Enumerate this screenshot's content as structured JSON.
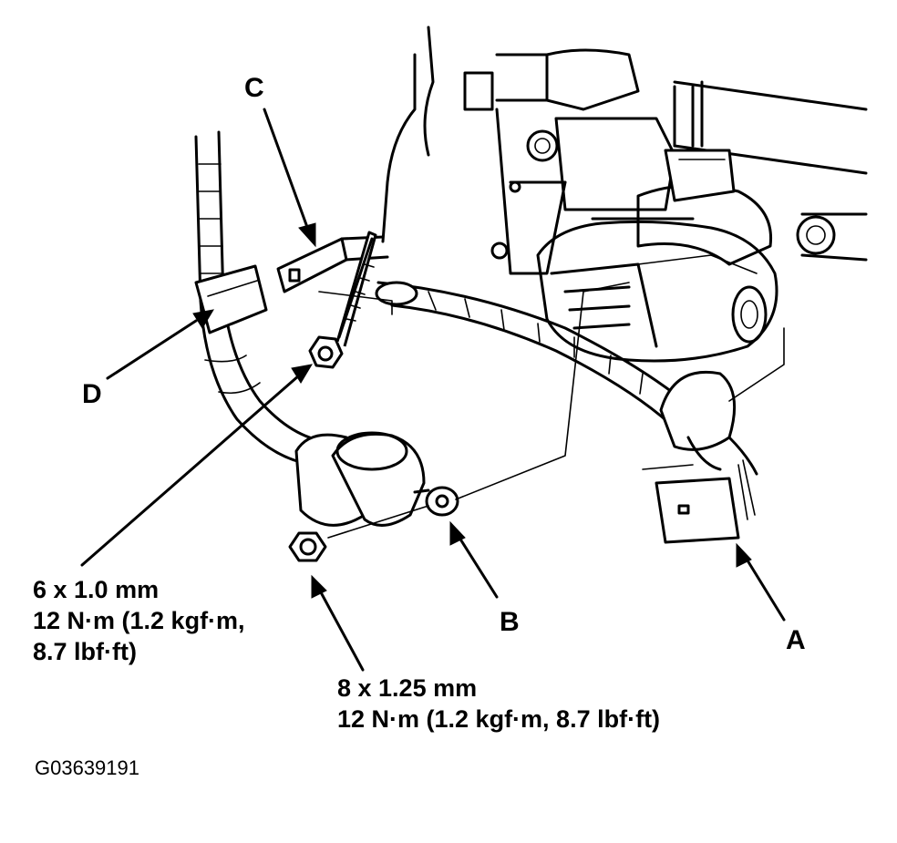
{
  "callouts": {
    "a": "A",
    "b": "B",
    "c": "C",
    "d": "D"
  },
  "specs": {
    "bolt": {
      "size": "6 x 1.0 mm",
      "torque_line1": "12 N·m (1.2 kgf·m,",
      "torque_line2": "8.7 lbf·ft)"
    },
    "nut": {
      "size": "8 x 1.25 mm",
      "torque": "12 N·m (1.2 kgf·m, 8.7 lbf·ft)"
    }
  },
  "figure_code": "G03639191"
}
